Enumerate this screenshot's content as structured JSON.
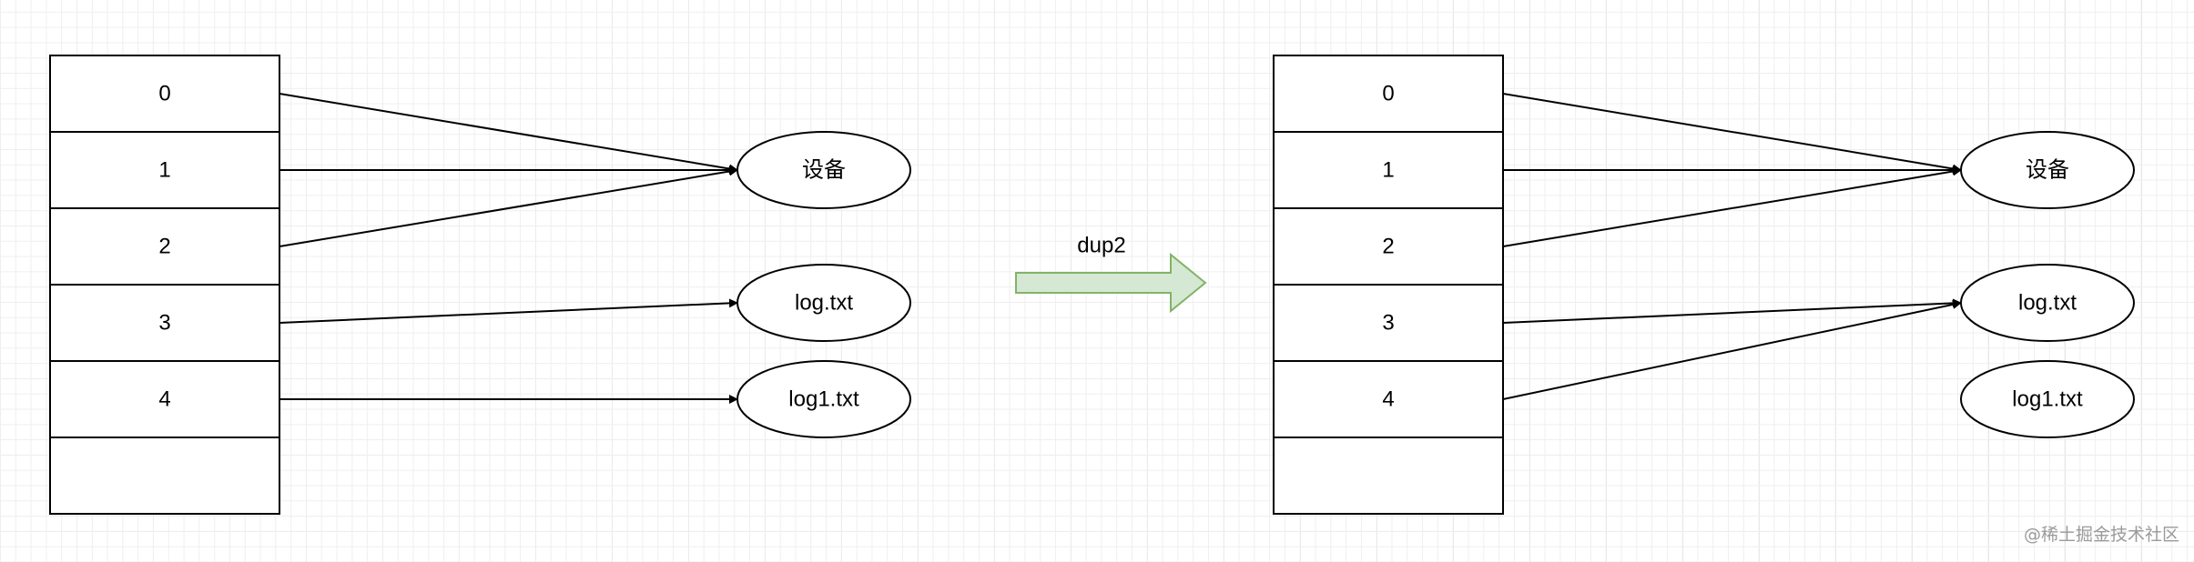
{
  "left": {
    "cells": [
      "0",
      "1",
      "2",
      "3",
      "4",
      ""
    ],
    "nodes": [
      "设备",
      "log.txt",
      "log1.txt"
    ]
  },
  "transition": {
    "label": "dup2"
  },
  "right": {
    "cells": [
      "0",
      "1",
      "2",
      "3",
      "4",
      ""
    ],
    "nodes": [
      "设备",
      "log.txt",
      "log1.txt"
    ]
  },
  "colors": {
    "arrow_fill": "#d5e8d4",
    "arrow_stroke": "#82b366",
    "line": "#000000"
  },
  "watermark": "@稀土掘金技术社区"
}
